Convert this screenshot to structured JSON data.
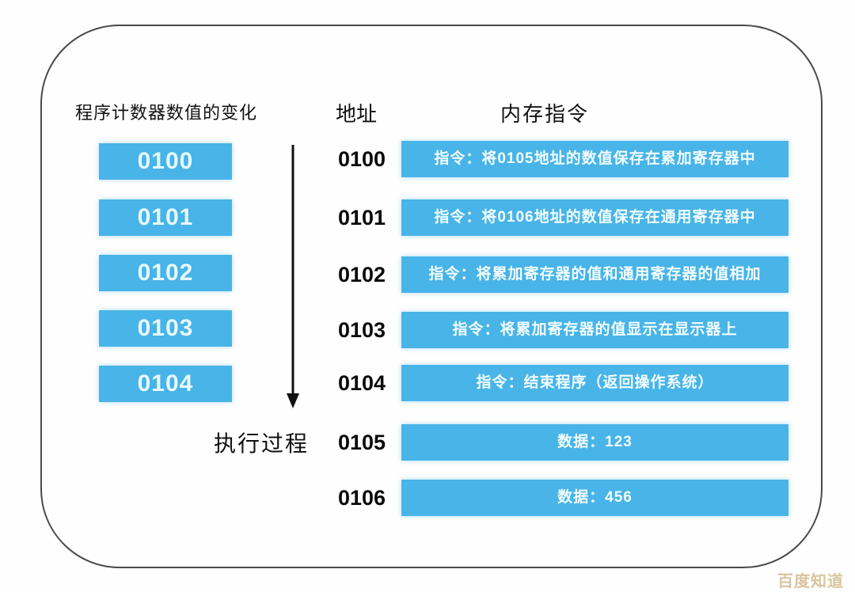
{
  "headers": {
    "pc_title": "程序计数器数值的变化",
    "address_title": "地址",
    "memory_title": "内存指令"
  },
  "pc_column": {
    "boxes": [
      "0100",
      "0101",
      "0102",
      "0103",
      "0104"
    ],
    "execution_label": "执行过程"
  },
  "memory_rows": [
    {
      "address": "0100",
      "content": "指令：将0105地址的数值保存在累加寄存器中"
    },
    {
      "address": "0101",
      "content": "指令：将0106地址的数值保存在通用寄存器中"
    },
    {
      "address": "0102",
      "content": "指令：将累加寄存器的值和通用寄存器的值相加"
    },
    {
      "address": "0103",
      "content": "指令：将累加寄存器的值显示在显示器上"
    },
    {
      "address": "0104",
      "content": "指令：结束程序（返回操作系统）"
    },
    {
      "address": "0105",
      "content": "数据：123"
    },
    {
      "address": "0106",
      "content": "数据：456"
    }
  ],
  "watermark": "百度知道",
  "colors": {
    "box_blue": "#48b4e8",
    "box_text": "#f2fdff",
    "frame_border": "#4a4a4a",
    "text_dark": "#111111",
    "watermark": "#d8c49e"
  }
}
